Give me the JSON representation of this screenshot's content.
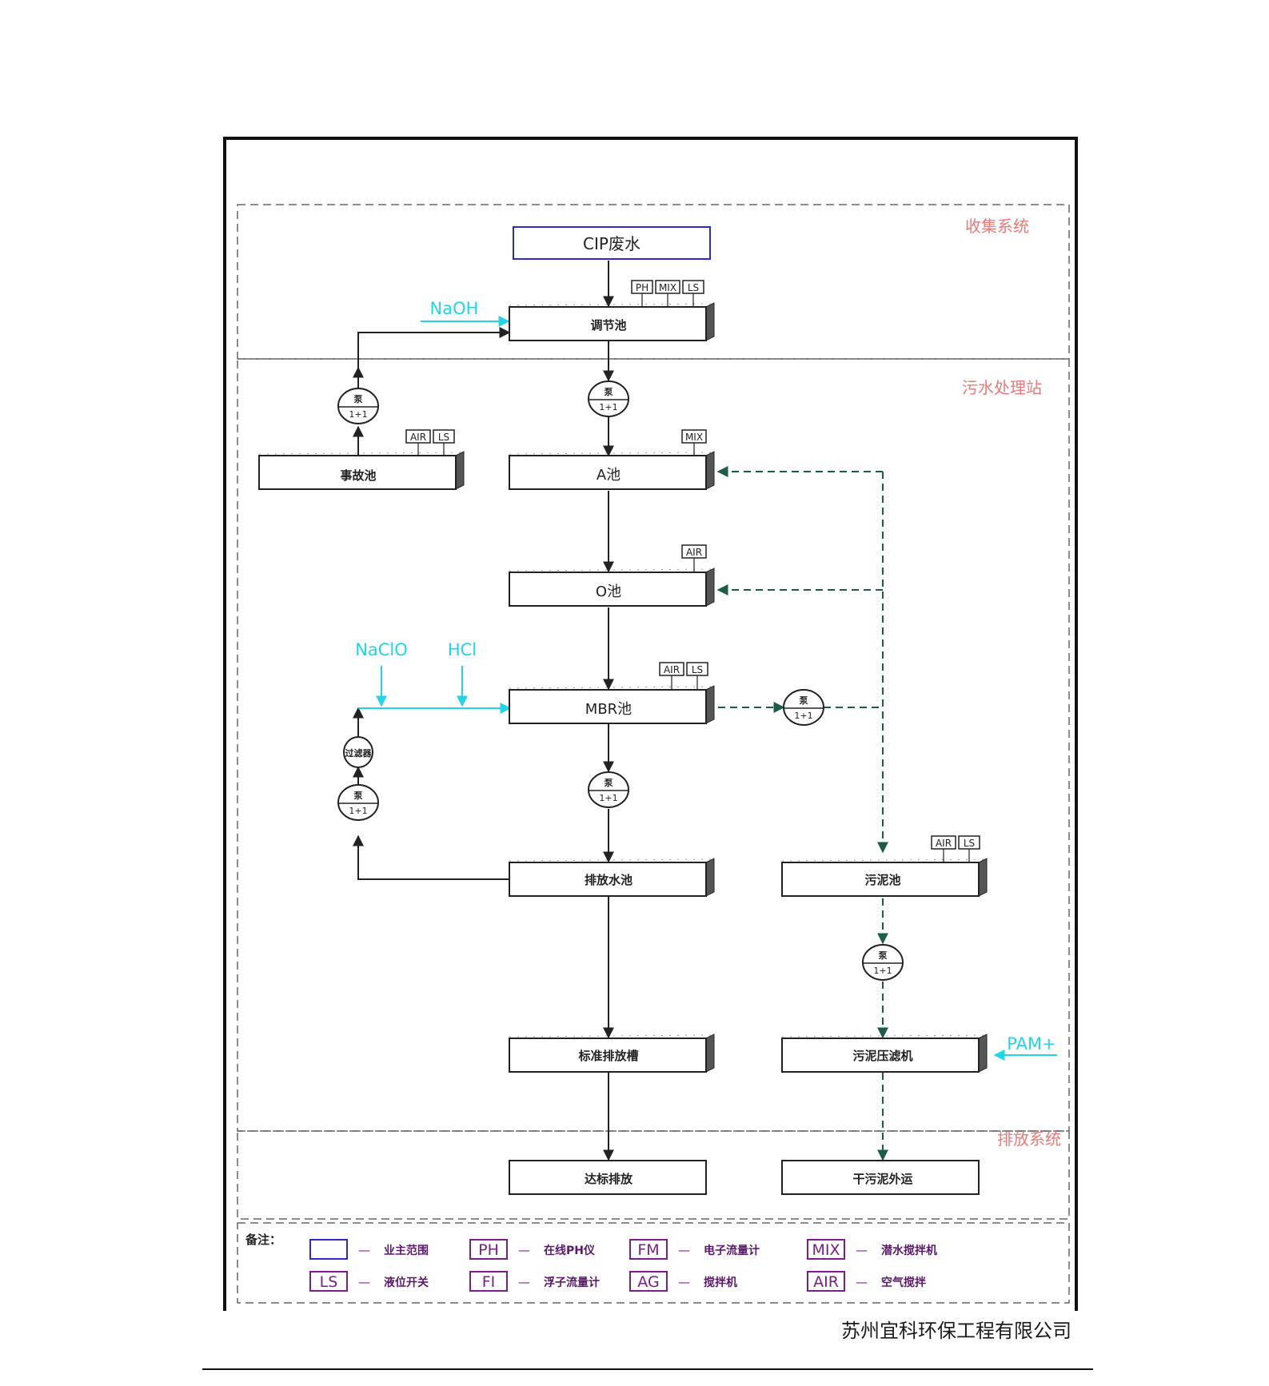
{
  "zones": [
    {
      "id": "collect",
      "label": "收集系统"
    },
    {
      "id": "treat",
      "label": "污水处理站"
    },
    {
      "id": "discharge",
      "label": "排放系统"
    }
  ],
  "tanks": {
    "cip": {
      "label": "CIP废水"
    },
    "regulating": {
      "label": "调节池",
      "tags": [
        "PH",
        "MIX",
        "LS"
      ]
    },
    "accident": {
      "label": "事故池",
      "tags": [
        "AIR",
        "LS"
      ]
    },
    "a_tank": {
      "label": "A池",
      "tags": [
        "MIX"
      ]
    },
    "o_tank": {
      "label": "O池",
      "tags": [
        "AIR"
      ]
    },
    "mbr": {
      "label": "MBR池",
      "tags": [
        "AIR",
        "LS"
      ]
    },
    "drain_water": {
      "label": "排放水池"
    },
    "sludge": {
      "label": "污泥池",
      "tags": [
        "AIR",
        "LS"
      ]
    },
    "std_discharge": {
      "label": "标准排放槽"
    },
    "sludge_press": {
      "label": "污泥压滤机"
    },
    "compliant": {
      "label": "达标排放"
    },
    "dry_sludge": {
      "label": "干污泥外运"
    }
  },
  "pumps": {
    "label_top": "泵",
    "label_bottom": "1+1",
    "filter_label": "过滤器"
  },
  "chemicals": {
    "naoh": "NaOH",
    "naclo": "NaClO",
    "hcl": "HCl",
    "pam": "PAM+"
  },
  "legend": {
    "title": "备注：",
    "items": [
      {
        "code": "",
        "desc": "业主范围",
        "kind": "blue"
      },
      {
        "code": "PH",
        "desc": "在线PH仪",
        "kind": "purple"
      },
      {
        "code": "FM",
        "desc": "电子流量计",
        "kind": "purple"
      },
      {
        "code": "MIX",
        "desc": "潜水搅拌机",
        "kind": "purple"
      },
      {
        "code": "LS",
        "desc": "液位开关",
        "kind": "purple"
      },
      {
        "code": "FI",
        "desc": "浮子流量计",
        "kind": "purple"
      },
      {
        "code": "AG",
        "desc": "搅拌机",
        "kind": "purple"
      },
      {
        "code": "AIR",
        "desc": "空气搅拌",
        "kind": "purple"
      }
    ],
    "dash": "—"
  },
  "company": "苏州宜科环保工程有限公司",
  "colors": {
    "line": "#222222",
    "dashed_green": "#1d5c4a",
    "chem": "#22d4e6",
    "zone_label": "#e87a7a",
    "blue_box": "#2a2ad0",
    "legend_purple": "#7a1f8a"
  }
}
